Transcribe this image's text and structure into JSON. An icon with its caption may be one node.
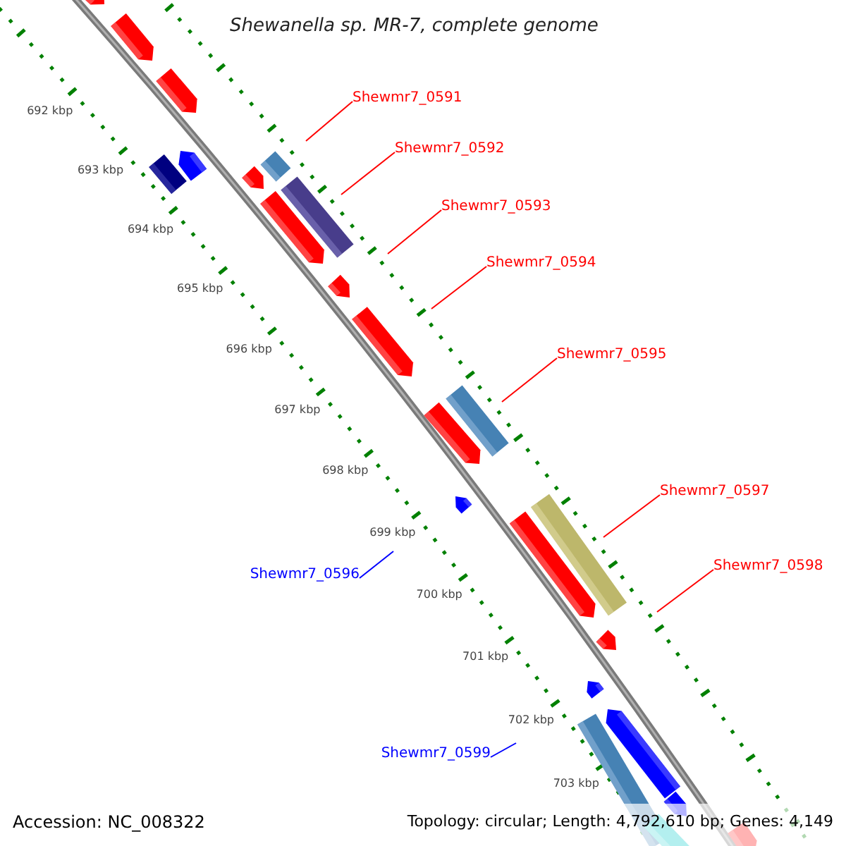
{
  "diagram": {
    "title": "Shewanella sp. MR-7, complete genome",
    "nodes": [
      {
        "text": [
          "Shewmr7_0591"
        ]
      },
      {
        "text": [
          "Shewmr7_0592"
        ]
      },
      {
        "text": [
          "Shewmr7_0593"
        ]
      },
      {
        "text": [
          "Shewmr7_0594"
        ]
      },
      {
        "text": [
          "Shewmr7_0595"
        ]
      },
      {
        "text": [
          "Shewmr7_0597"
        ]
      },
      {
        "text": [
          "Shewmr7_0598"
        ]
      },
      {
        "text": [
          "Shewmr7_0596"
        ]
      },
      {
        "text": [
          "Shewmr7_0599"
        ]
      }
    ],
    "edges": [
      {
        "from": 0,
        "to": null,
        "arrow": "none"
      },
      {
        "from": 1,
        "to": null,
        "arrow": "none"
      },
      {
        "from": 2,
        "to": null,
        "arrow": "none"
      },
      {
        "from": 3,
        "to": null,
        "arrow": "none"
      },
      {
        "from": 4,
        "to": null,
        "arrow": "none"
      },
      {
        "from": 5,
        "to": null,
        "arrow": "none"
      },
      {
        "from": 6,
        "to": null,
        "arrow": "none"
      },
      {
        "from": 7,
        "to": null,
        "arrow": "none",
        "color": "#0000ff"
      },
      {
        "from": 8,
        "to": null,
        "arrow": "none",
        "color": "#0000ff"
      }
    ],
    "labels": [
      "692 kbp",
      "693 kbp",
      "694 kbp",
      "695 kbp",
      "696 kbp",
      "697 kbp",
      "698 kbp",
      "699 kbp",
      "700 kbp",
      "701 kbp",
      "702 kbp",
      "703 kbp",
      "Accession: NC_008322",
      "Topology: circular; Length: 4,792,610 bp; Genes: 4,149"
    ]
  }
}
